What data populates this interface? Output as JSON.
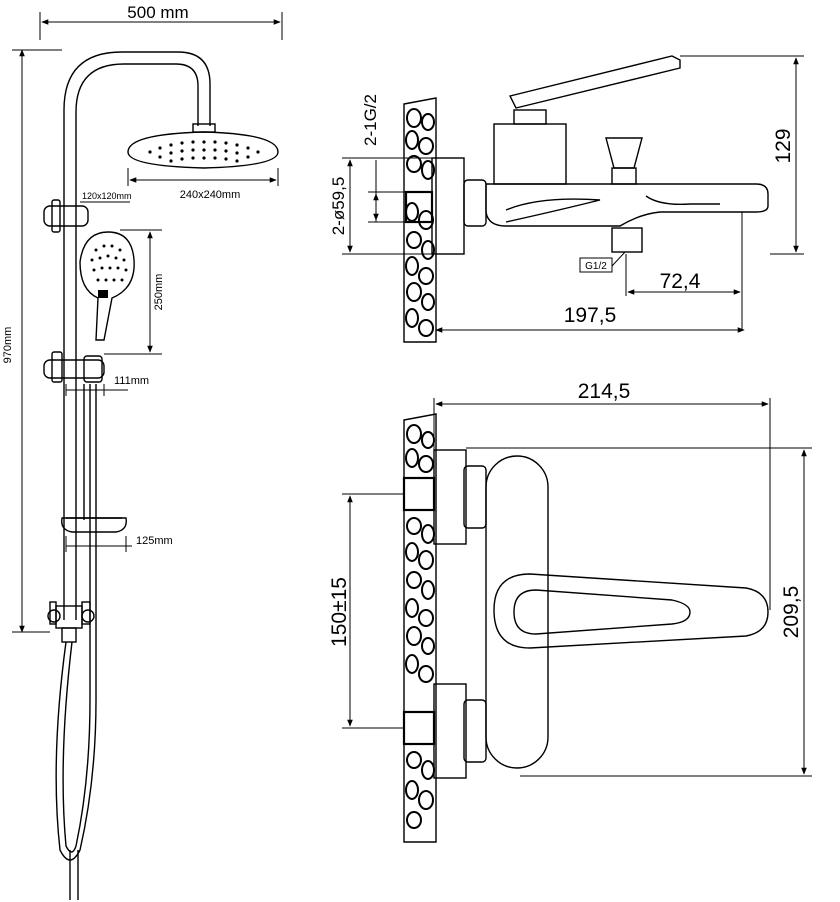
{
  "shower_set": {
    "width_label": "500 mm",
    "height_label": "970mm",
    "head_size_label": "240x240mm",
    "handset_size_label": "120x120mm",
    "handset_length_label": "250mm",
    "bracket_offset_label": "111mm",
    "soap_dish_label": "125mm"
  },
  "side_view": {
    "thread_label": "2-1G/2",
    "diameter_label": "2-ø59,5",
    "height_label": "129",
    "outlet_thread_label": "G1/2",
    "spout_offset_label": "72,4",
    "depth_label": "197,5"
  },
  "top_view": {
    "width_label": "214,5",
    "centers_label": "150±15",
    "height_label": "209,5"
  }
}
